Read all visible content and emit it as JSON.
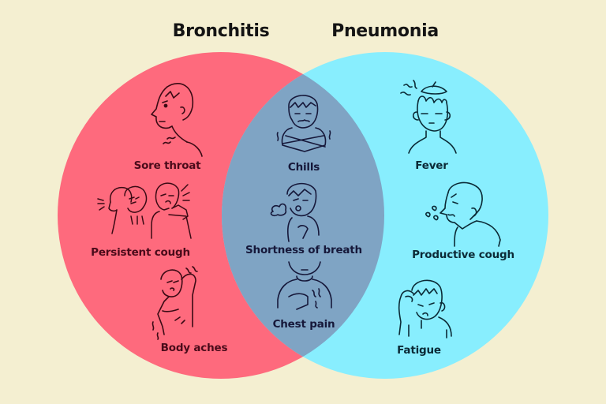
{
  "colors": {
    "background": "#F4EFD1",
    "bronchitis_circle": "#FE6A7D",
    "pneumonia_circle": "#88EEFE",
    "overlap": "#7FA4C4",
    "bronchitis_text": "#4A0B1A",
    "pneumonia_text": "#0B2A36",
    "overlap_text": "#16183A"
  },
  "titles": {
    "left": "Bronchitis",
    "right": "Pneumonia"
  },
  "bronchitis_only": [
    {
      "label": "Sore throat",
      "icon": "sore-throat-icon"
    },
    {
      "label": "Persistent cough",
      "icon": "persistent-cough-icon"
    },
    {
      "label": "Body aches",
      "icon": "body-aches-icon"
    }
  ],
  "shared": [
    {
      "label": "Chills",
      "icon": "chills-icon"
    },
    {
      "label": "Shortness of breath",
      "icon": "shortness-of-breath-icon"
    },
    {
      "label": "Chest pain",
      "icon": "chest-pain-icon"
    }
  ],
  "pneumonia_only": [
    {
      "label": "Fever",
      "icon": "fever-icon"
    },
    {
      "label": "Productive cough",
      "icon": "productive-cough-icon"
    },
    {
      "label": "Fatigue",
      "icon": "fatigue-icon"
    }
  ]
}
